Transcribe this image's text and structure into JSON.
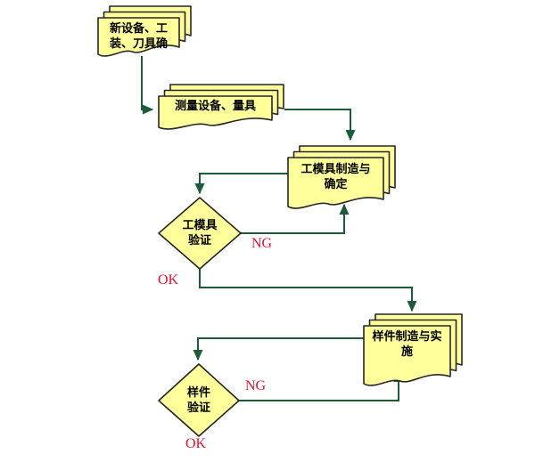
{
  "diagram": {
    "title": "new-product-tooling-and-sample-verification-flowchart",
    "nodes": {
      "new_equipment": {
        "type": "multi-document",
        "line1": "新设备、工",
        "line2": "装、刀具确"
      },
      "measuring": {
        "type": "multi-document",
        "line1": "测量设备、量具"
      },
      "tooling_make": {
        "type": "multi-document",
        "line1": "工模具制造与",
        "line2": "确定"
      },
      "tooling_verify": {
        "type": "decision",
        "line1": "工模具",
        "line2": "验证"
      },
      "sample_make": {
        "type": "multi-document",
        "line1": "样件制造与实",
        "line2": "施"
      },
      "sample_verify": {
        "type": "decision",
        "line1": "样件",
        "line2": "验证"
      }
    },
    "edge_labels": {
      "tooling_ng": "NG",
      "tooling_ok": "OK",
      "sample_ng": "NG",
      "sample_ok": "OK"
    },
    "colors": {
      "node_fill": "#ffff9c",
      "node_stroke": "#262626",
      "connector": "#1c5c38",
      "label_red": "#e8112d",
      "text": "#000000"
    }
  }
}
